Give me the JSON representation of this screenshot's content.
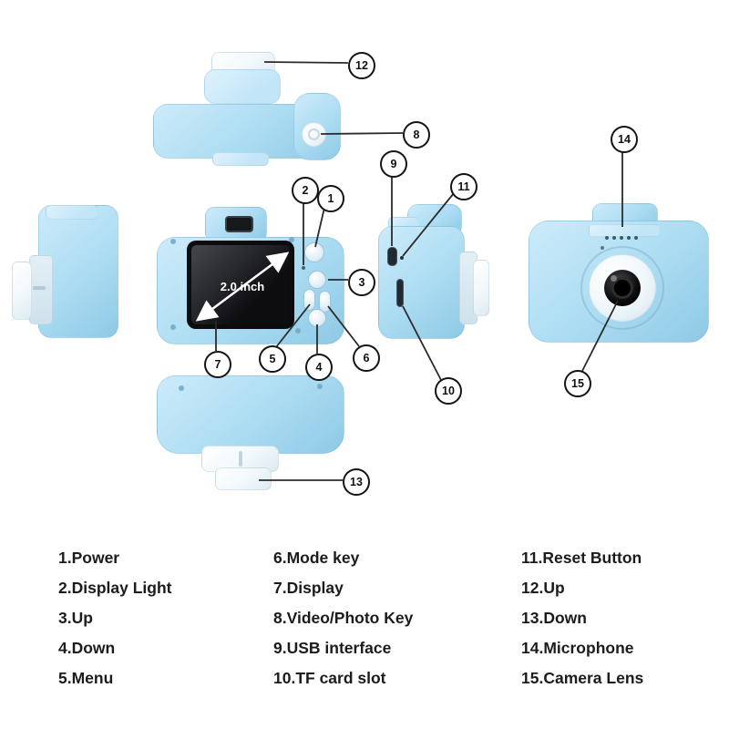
{
  "screen": {
    "size_label": "2.0 inch"
  },
  "callouts": [
    "1",
    "2",
    "3",
    "4",
    "5",
    "6",
    "7",
    "8",
    "9",
    "10",
    "11",
    "12",
    "13",
    "14",
    "15"
  ],
  "legend": {
    "col1": [
      "1.Power",
      "2.Display Light",
      "3.Up",
      "4.Down",
      "5.Menu"
    ],
    "col2": [
      "6.Mode key",
      "7.Display",
      "8.Video/Photo Key",
      "9.USB interface",
      "10.TF card slot"
    ],
    "col3": [
      "11.Reset Button",
      "12.Up",
      "13.Down",
      "14.Microphone",
      "15.Camera Lens"
    ]
  },
  "colors": {
    "body_blue": "#abdcf2",
    "part_white": "#f2f8fb",
    "screen_black": "#0b0c0e",
    "leader_line": "#2b2b2b"
  }
}
